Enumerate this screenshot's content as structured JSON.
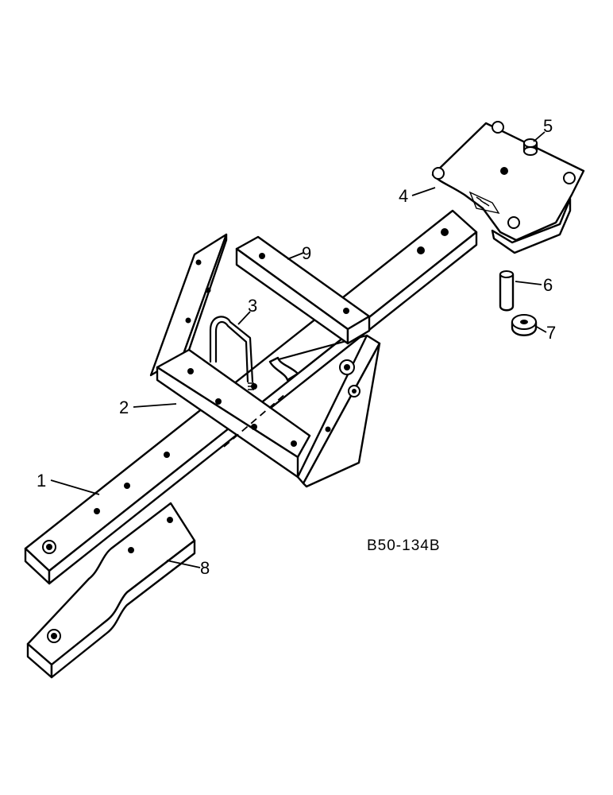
{
  "diagram": {
    "reference_code": "B50-134B",
    "callouts": [
      {
        "id": "1",
        "label": "1"
      },
      {
        "id": "2",
        "label": "2"
      },
      {
        "id": "3",
        "label": "3"
      },
      {
        "id": "4",
        "label": "4"
      },
      {
        "id": "5",
        "label": "5"
      },
      {
        "id": "6",
        "label": "6"
      },
      {
        "id": "7",
        "label": "7"
      },
      {
        "id": "8",
        "label": "8"
      },
      {
        "id": "9",
        "label": "9"
      }
    ]
  }
}
